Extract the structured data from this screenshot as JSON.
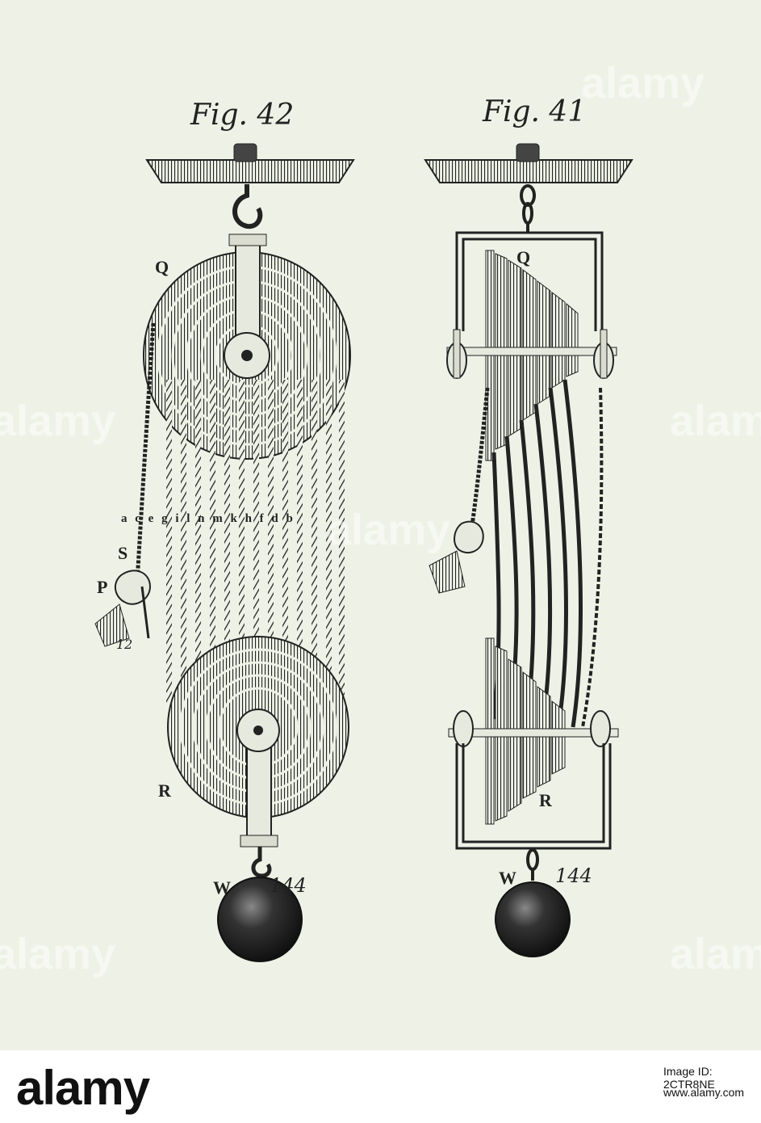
{
  "figures": {
    "left_title": "Fig. 42",
    "right_title": "Fig. 41"
  },
  "labels": {
    "q_left": "Q",
    "r_left": "R",
    "s": "S",
    "p": "P",
    "p_value": "12",
    "w_left": "W",
    "w_left_value": "144",
    "rope_letters": "a c e g i l n m k h f d b",
    "q_right": "Q",
    "r_right": "R",
    "w_right": "W",
    "w_right_value": "144"
  },
  "footer": {
    "logo": "alamy",
    "image_id": "Image ID: 2CTR8NE",
    "url": "www.alamy.com"
  },
  "colors": {
    "paper": "#eef2e6",
    "ink": "#222222",
    "footer": "#ffffff"
  }
}
